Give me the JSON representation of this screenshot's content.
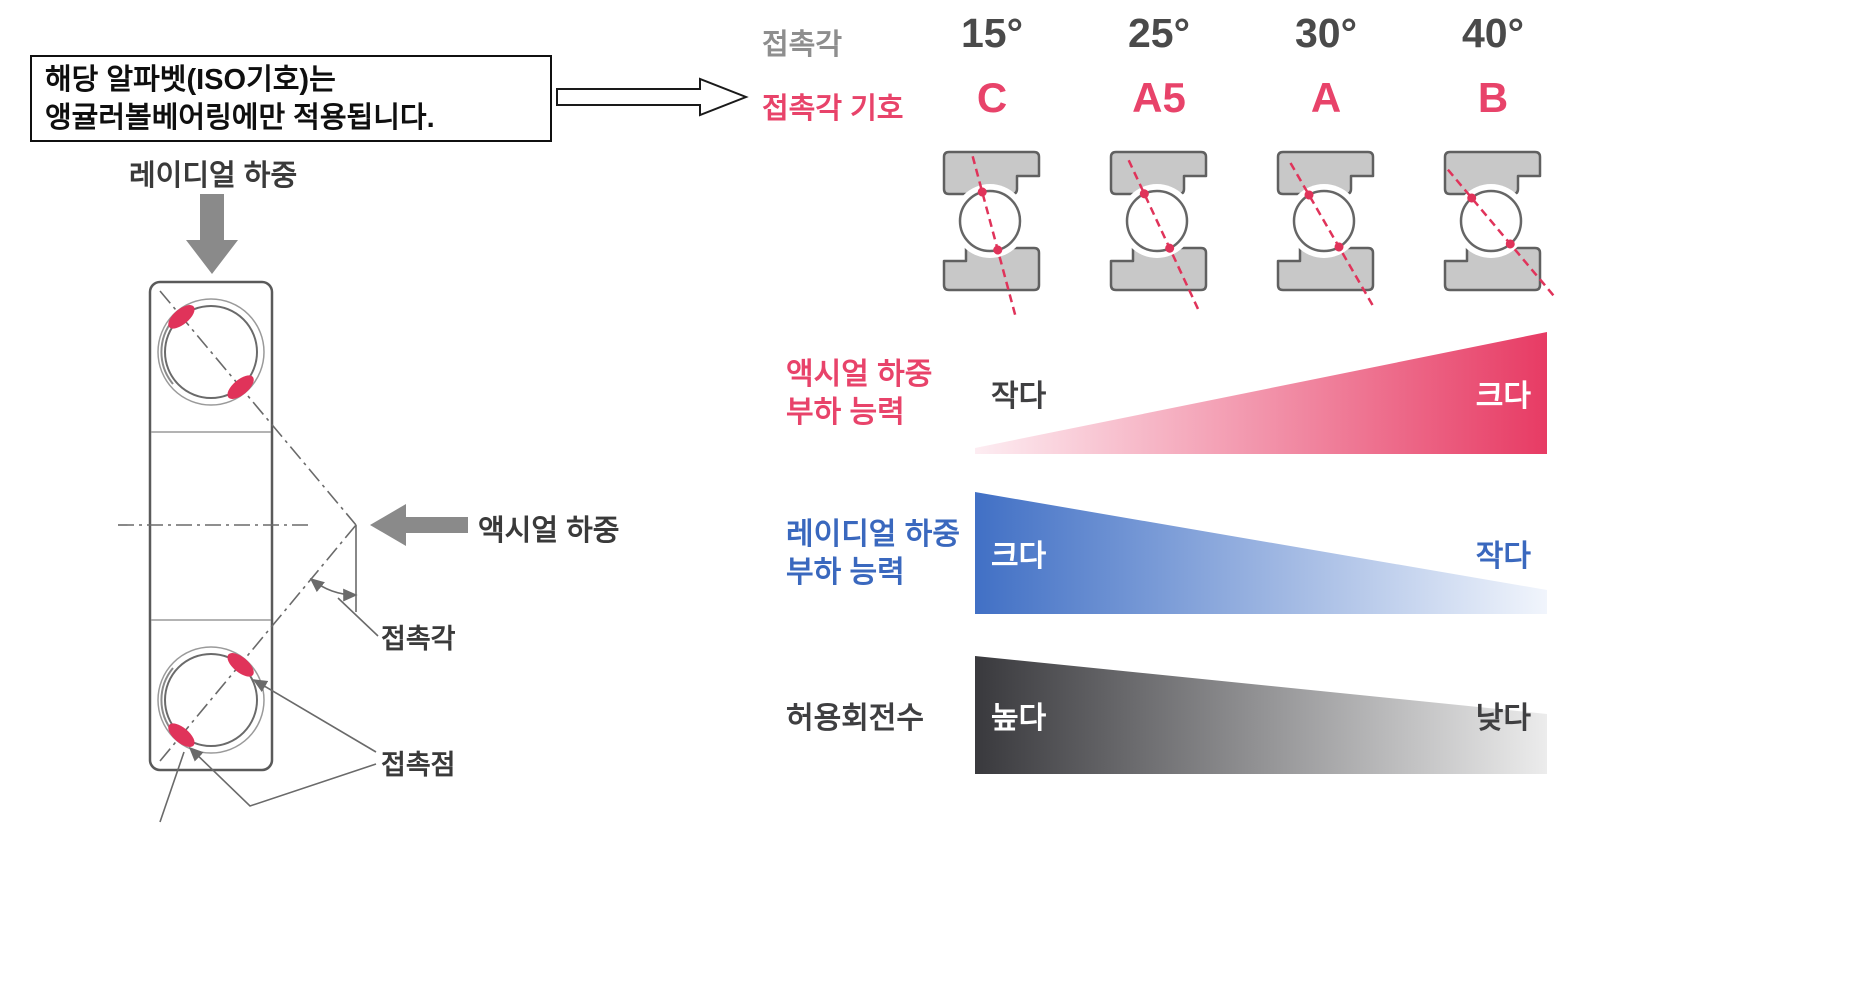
{
  "callout": {
    "line1": "해당 알파벳(ISO기호)는",
    "line2": "앵귤러볼베어링에만 적용됩니다."
  },
  "left_diagram": {
    "radial_load_label": "레이디얼 하중",
    "axial_load_label": "액시얼 하중",
    "contact_angle_label": "접촉각",
    "contact_point_label": "접촉점"
  },
  "comparison": {
    "contact_angle_row_label": "접촉각",
    "symbol_row_label": "접촉각 기호",
    "columns": [
      {
        "angle": "15°",
        "angle_deg": 15,
        "symbol": "C"
      },
      {
        "angle": "25°",
        "angle_deg": 25,
        "symbol": "A5"
      },
      {
        "angle": "30°",
        "angle_deg": 30,
        "symbol": "A"
      },
      {
        "angle": "40°",
        "angle_deg": 40,
        "symbol": "B"
      }
    ],
    "wedges": [
      {
        "name": "axial-load-capacity",
        "label_line1": "액시얼 하중",
        "label_line2": "부하 능력",
        "left_text": "작다",
        "right_text": "크다",
        "trend": "increasing-to-right",
        "color": "#e8436a"
      },
      {
        "name": "radial-load-capacity",
        "label_line1": "레이디얼 하중",
        "label_line2": "부하 능력",
        "left_text": "크다",
        "right_text": "작다",
        "trend": "decreasing-to-right",
        "color": "#3a68be"
      },
      {
        "name": "allowable-rotational-speed",
        "label_line1": "허용회전수",
        "label_line2": "",
        "left_text": "높다",
        "right_text": "낮다",
        "trend": "decreasing-to-right",
        "color": "#3f3f41"
      }
    ]
  },
  "colors": {
    "accent_pink": "#e8436a",
    "accent_blue": "#3a68be",
    "dark_gray": "#3f3f41",
    "mid_gray": "#8a8a8a"
  }
}
